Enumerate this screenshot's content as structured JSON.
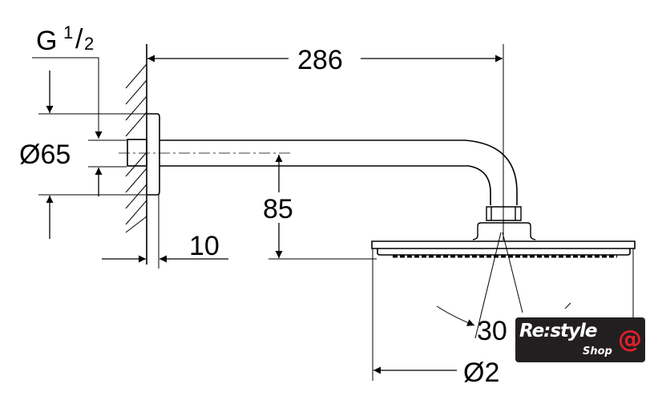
{
  "drawing": {
    "thread_label": "G",
    "thread_num": "1",
    "thread_den": "2",
    "flange_diameter": "Ø65",
    "arm_length": "286",
    "drop_height": "85",
    "flange_depth": "10",
    "angle": "30",
    "head_diameter": "Ø2"
  },
  "logo": {
    "text": "Re:style",
    "sub": "Shop",
    "symbol": "@"
  }
}
